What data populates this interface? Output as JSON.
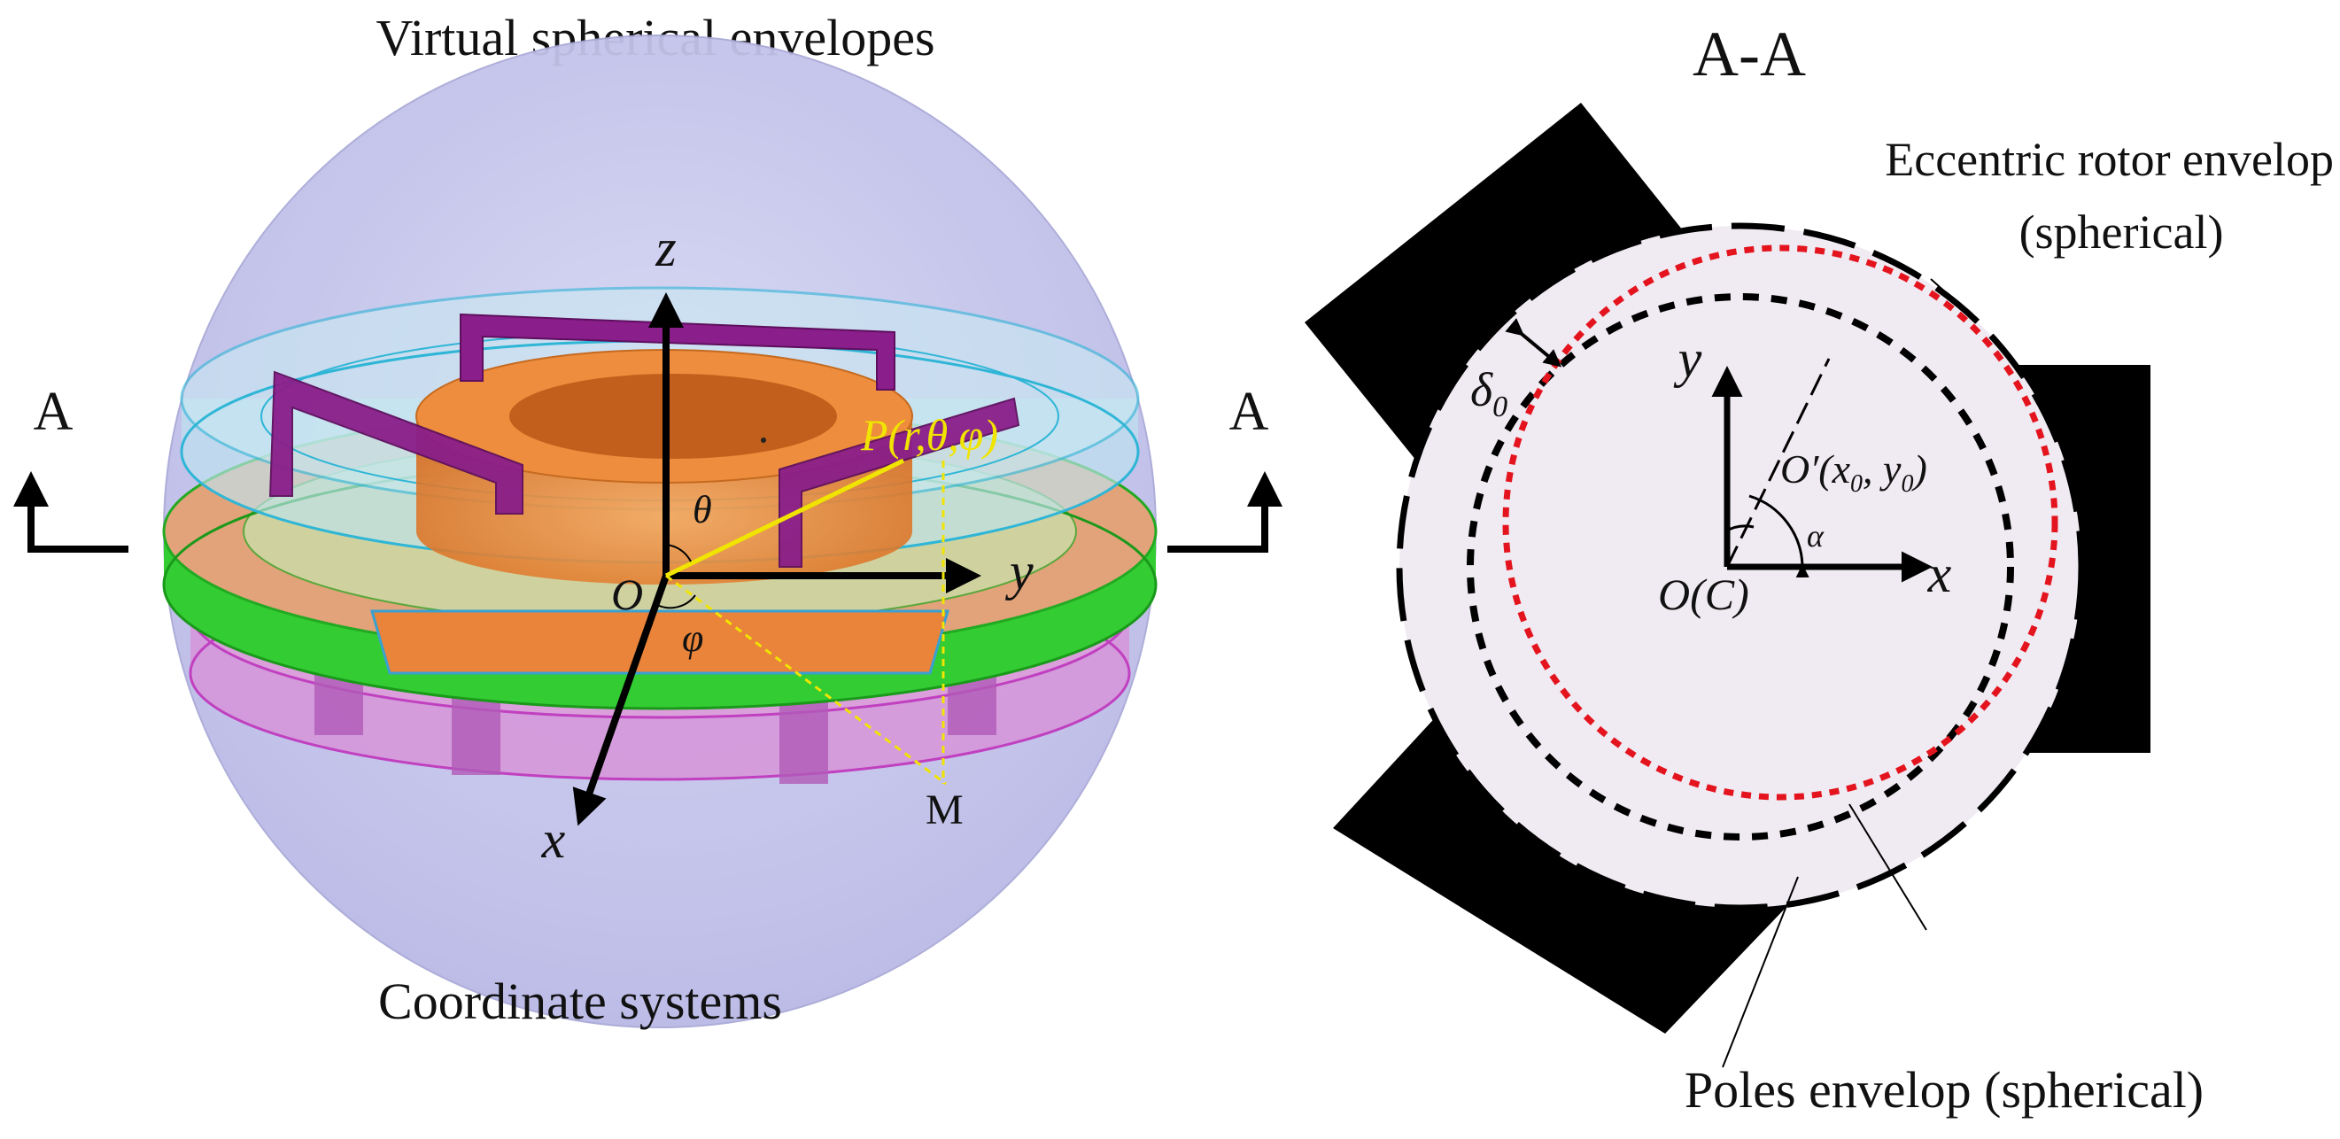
{
  "left": {
    "title": "Virtual spherical envelopes",
    "caption": "Coordinate systems",
    "section_marker_left": "A",
    "section_marker_right": "A",
    "axis_z": "z",
    "axis_y": "y",
    "axis_x": "x",
    "origin": "O",
    "angle_theta": "θ",
    "angle_phi": "φ",
    "point_p": "P(r,θ,φ)",
    "point_m": "M",
    "colors": {
      "sphere": "#c6c6ee",
      "ring_cyan": "#bfe6f2",
      "ring_green": "#2fd12f",
      "ring_magenta": "#d98ad9",
      "rotor_orange": "#e98a3c",
      "coil_purple": "#8a1e8a",
      "point_yellow": "#f0e400"
    }
  },
  "right": {
    "title": "A-A",
    "label_rotor": "Eccentric rotor envelop",
    "label_rotor_sub": "(spherical)",
    "label_poles": "Poles envelop (spherical)",
    "delta": "δ",
    "delta_sub": "0",
    "axis_y": "y",
    "axis_x": "x",
    "origin": "O(C)",
    "eccentric_center": "O′(x",
    "ec_sub1": "0",
    "ec_mid": ", y",
    "ec_sub2": "0",
    "ec_close": ")",
    "angle_alpha": "α",
    "colors": {
      "disc": "#f0eaf2",
      "pole": "#000000",
      "rotor_circle": "#e4141e",
      "pole_circle": "#000000"
    }
  }
}
